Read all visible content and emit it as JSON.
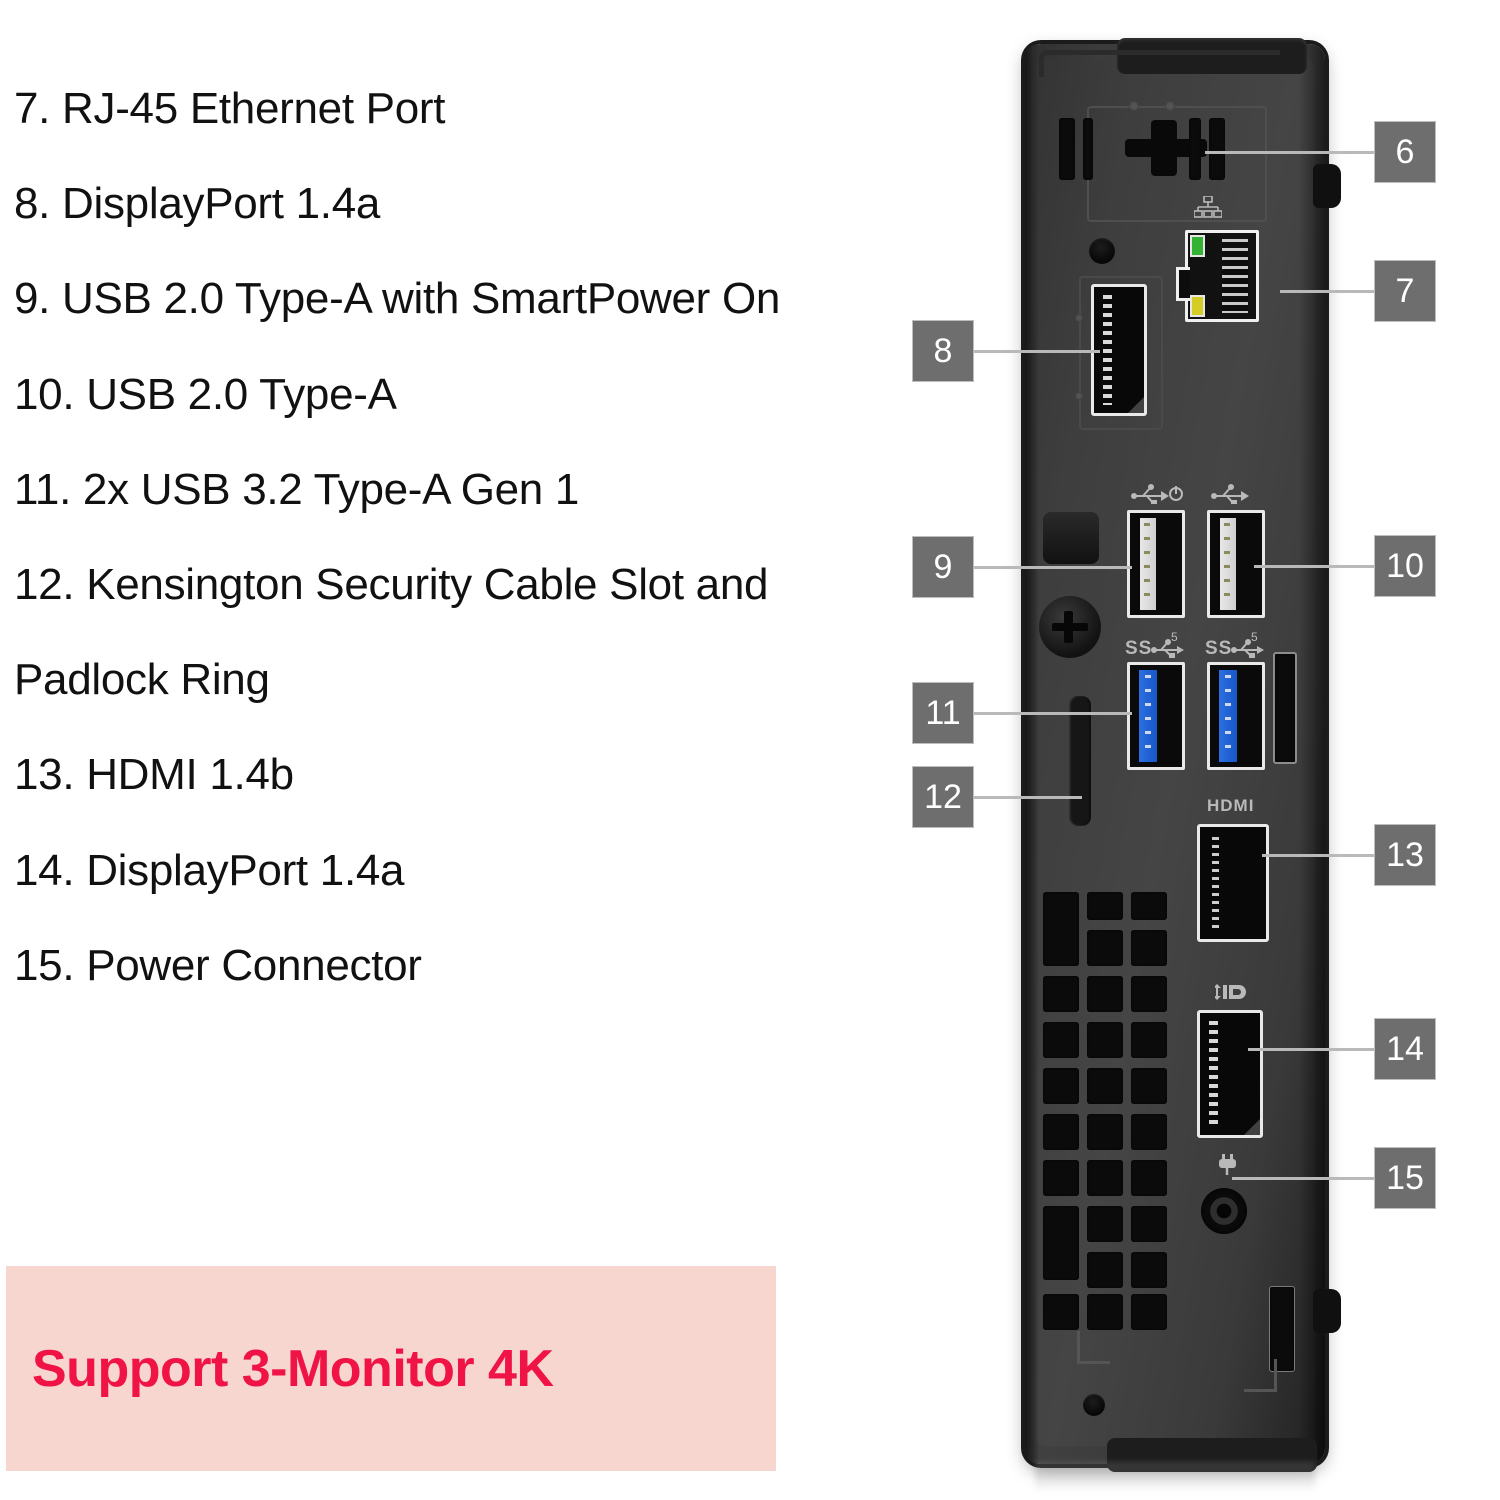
{
  "legend": {
    "items": [
      {
        "id": "7",
        "text": "7. RJ-45 Ethernet Port"
      },
      {
        "id": "8",
        "text": "8. DisplayPort 1.4a"
      },
      {
        "id": "9",
        "text": "9. USB 2.0 Type-A with SmartPower On"
      },
      {
        "id": "10",
        "text": "10. USB 2.0 Type-A"
      },
      {
        "id": "11",
        "text": "11. 2x USB 3.2 Type-A Gen 1"
      },
      {
        "id": "12",
        "text": "12. Kensington Security Cable Slot and"
      },
      {
        "id": "12b",
        "text": "Padlock Ring"
      },
      {
        "id": "13",
        "text": "13. HDMI 1.4b"
      },
      {
        "id": "14",
        "text": "14. DisplayPort 1.4a"
      },
      {
        "id": "15",
        "text": "15. Power Connector"
      }
    ]
  },
  "promo": {
    "text": "Support 3-Monitor 4K",
    "background_color": "#f6d6ce",
    "text_color": "#f01446"
  },
  "callouts": [
    {
      "number": "6",
      "target": "vesa-cross-slot"
    },
    {
      "number": "7",
      "target": "rj45-ethernet-port"
    },
    {
      "number": "8",
      "target": "displayport-top"
    },
    {
      "number": "9",
      "target": "usb2-smartpower-port"
    },
    {
      "number": "10",
      "target": "usb2-port"
    },
    {
      "number": "11",
      "target": "usb3-ports"
    },
    {
      "number": "12",
      "target": "kensington-slot"
    },
    {
      "number": "13",
      "target": "hdmi-port"
    },
    {
      "number": "14",
      "target": "displayport-bottom"
    },
    {
      "number": "15",
      "target": "power-connector"
    }
  ],
  "device": {
    "port_glyphs": {
      "ethernet": "১",
      "usb2_smartpower": "USB power",
      "usb2": "USB",
      "usb3_left": "SS5",
      "usb3_right": "SS5",
      "hdmi": "HDMI",
      "displayport": "DP",
      "power": "plug"
    },
    "colors": {
      "chassis": "#3c3c3c",
      "usb3_blue": "#1f64d8",
      "led_green": "#34b233",
      "led_yellow": "#d6cc26",
      "callout_box": "#6e6e6e",
      "leader_line": "#b9b9b9"
    }
  }
}
